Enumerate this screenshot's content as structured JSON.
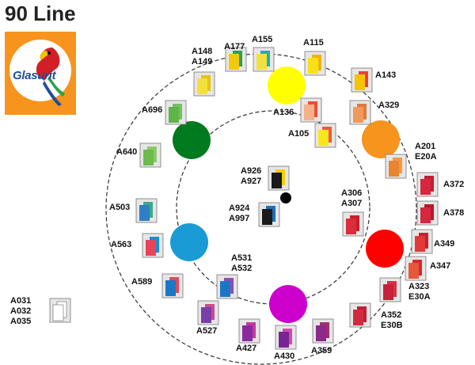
{
  "title": "90 Line",
  "logo": {
    "text": "Glasurit"
  },
  "colors": {
    "yellow": "#ffff00",
    "orange": "#f7941d",
    "red": "#ff0000",
    "magenta": "#cc00cc",
    "blue": "#1a9bd6",
    "green": "#007a1e",
    "black": "#000000"
  },
  "wheel_circles": [
    "yellow",
    "orange",
    "red",
    "magenta",
    "blue",
    "green"
  ],
  "labels": [
    {
      "id": "a148",
      "lines": [
        "A148",
        "A149"
      ],
      "colors": [
        "#f2e03c",
        "#e6c414"
      ]
    },
    {
      "id": "a177",
      "lines": [
        "A177"
      ],
      "colors": [
        "#f3c80f",
        "#2aa34a"
      ]
    },
    {
      "id": "a155",
      "lines": [
        "A155"
      ],
      "colors": [
        "#f2e03c",
        "#23b0a5"
      ]
    },
    {
      "id": "a115",
      "lines": [
        "A115"
      ],
      "colors": [
        "#f7e21a",
        "#f0b400"
      ]
    },
    {
      "id": "a143",
      "lines": [
        "A143"
      ],
      "colors": [
        "#f4c400",
        "#e8413c"
      ]
    },
    {
      "id": "a136",
      "lines": [
        "A136"
      ],
      "colors": [
        "#f6b08a",
        "#e94e3a"
      ]
    },
    {
      "id": "a329",
      "lines": [
        "A329"
      ],
      "colors": [
        "#f09a5a",
        "#e07a3a"
      ]
    },
    {
      "id": "a696",
      "lines": [
        "A696"
      ],
      "colors": [
        "#5eb54a",
        "#77c061"
      ]
    },
    {
      "id": "a105",
      "lines": [
        "A105"
      ],
      "colors": [
        "#f8e71c",
        "#f05a3a"
      ]
    },
    {
      "id": "a640",
      "lines": [
        "A640"
      ],
      "colors": [
        "#6cbb4c",
        "#8dc96b"
      ]
    },
    {
      "id": "a201",
      "lines": [
        "A201",
        "E20A"
      ],
      "colors": [
        "#e98431",
        "#f29b3e"
      ]
    },
    {
      "id": "a926",
      "lines": [
        "A926",
        "A927"
      ],
      "colors": [
        "#1a1a1a",
        "#f2d000"
      ]
    },
    {
      "id": "a372",
      "lines": [
        "A372"
      ],
      "colors": [
        "#d7263d",
        "#c21f36"
      ]
    },
    {
      "id": "a306",
      "lines": [
        "A306",
        "A307"
      ],
      "colors": [
        "#d92d3b",
        "#c71e2d"
      ]
    },
    {
      "id": "a924",
      "lines": [
        "A924",
        "A997"
      ],
      "colors": [
        "#1a1a1a",
        "#1e6fb8"
      ]
    },
    {
      "id": "a503",
      "lines": [
        "A503"
      ],
      "colors": [
        "#2f7fc4",
        "#3aa98c"
      ]
    },
    {
      "id": "a378",
      "lines": [
        "A378"
      ],
      "colors": [
        "#d7263d",
        "#b5182b"
      ]
    },
    {
      "id": "a349",
      "lines": [
        "A349"
      ],
      "colors": [
        "#e03a3a",
        "#c92030"
      ]
    },
    {
      "id": "a563",
      "lines": [
        "A563"
      ],
      "colors": [
        "#e8435a",
        "#1a8cd0"
      ]
    },
    {
      "id": "a347",
      "lines": [
        "A347"
      ],
      "colors": [
        "#e8563c",
        "#d42a30"
      ]
    },
    {
      "id": "a531",
      "lines": [
        "A531",
        "A532"
      ],
      "colors": [
        "#1e75c8",
        "#8c4fb0"
      ]
    },
    {
      "id": "a589",
      "lines": [
        "A589"
      ],
      "colors": [
        "#1b78c6",
        "#e04a5a"
      ]
    },
    {
      "id": "a323",
      "lines": [
        "A323",
        "E30A"
      ],
      "colors": [
        "#c81f3a",
        "#d83040"
      ]
    },
    {
      "id": "a527",
      "lines": [
        "A527"
      ],
      "colors": [
        "#7a3ea8",
        "#c74b90"
      ]
    },
    {
      "id": "a427",
      "lines": [
        "A427"
      ],
      "colors": [
        "#8a2a9e",
        "#c03aa0"
      ]
    },
    {
      "id": "a430",
      "lines": [
        "A430"
      ],
      "colors": [
        "#7a2392",
        "#d04ab0"
      ]
    },
    {
      "id": "a359",
      "lines": [
        "A359"
      ],
      "colors": [
        "#8a2a8a",
        "#a0306e"
      ]
    },
    {
      "id": "a352",
      "lines": [
        "A352",
        "E30B"
      ],
      "colors": [
        "#d22b3e",
        "#c21f36"
      ]
    },
    {
      "id": "a031",
      "lines": [
        "A031",
        "A032",
        "A035"
      ],
      "colors": [
        "#ffffff",
        "#ffffff"
      ]
    }
  ]
}
